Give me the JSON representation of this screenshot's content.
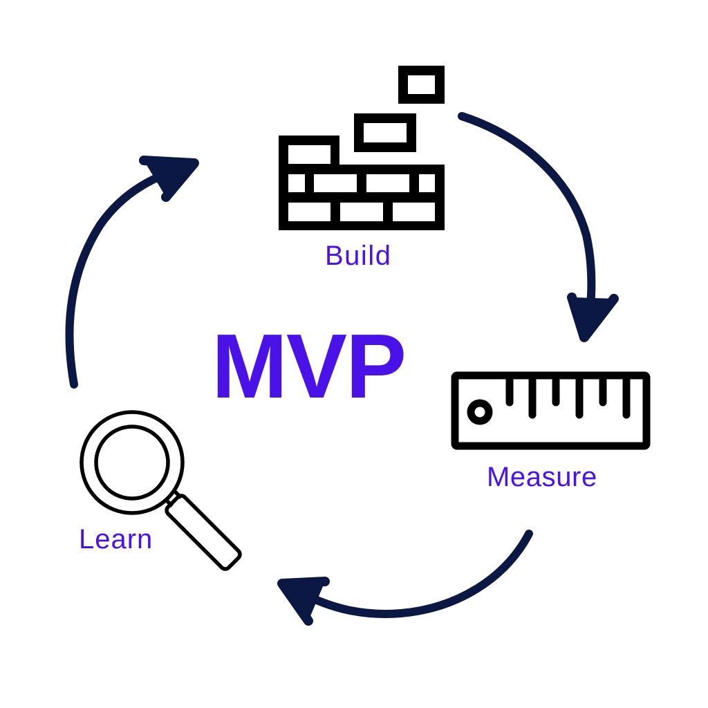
{
  "diagram": {
    "title": "MVP",
    "type": "cycle",
    "steps": [
      {
        "label": "Build",
        "icon": "brick-wall-icon"
      },
      {
        "label": "Measure",
        "icon": "ruler-icon"
      },
      {
        "label": "Learn",
        "icon": "magnifying-glass-icon"
      }
    ],
    "flow": [
      "Build → Measure",
      "Measure → Learn",
      "Learn → Build"
    ],
    "colors": {
      "accent_text": "#4a12e6",
      "arrow": "#0b1844",
      "icon_stroke": "#000000",
      "background": "#ffffff"
    }
  }
}
